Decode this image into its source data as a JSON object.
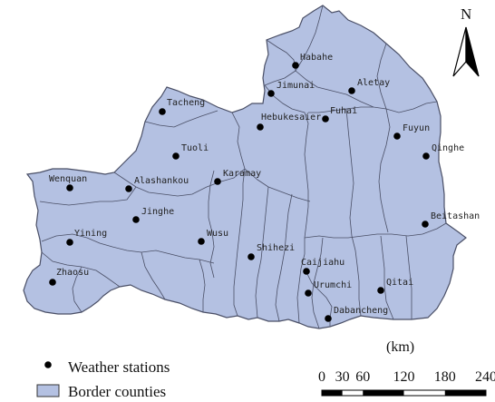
{
  "colors": {
    "county_fill": "#b4c1e2",
    "boundary": "#4a4f66",
    "station": "#000000"
  },
  "north_arrow": {
    "label": "N"
  },
  "stations": [
    {
      "name": "Habahe"
    },
    {
      "name": "Jimunai"
    },
    {
      "name": "Aletay"
    },
    {
      "name": "Fuhai"
    },
    {
      "name": "Hebukesaier"
    },
    {
      "name": "Tacheng"
    },
    {
      "name": "Fuyun"
    },
    {
      "name": "Qinghe"
    },
    {
      "name": "Tuoli"
    },
    {
      "name": "Karamay"
    },
    {
      "name": "Wenquan"
    },
    {
      "name": "Alashankou"
    },
    {
      "name": "Jinghe"
    },
    {
      "name": "Wusu"
    },
    {
      "name": "Yining"
    },
    {
      "name": "Zhaosu"
    },
    {
      "name": "Shihezi"
    },
    {
      "name": "Caijiahu"
    },
    {
      "name": "Urumchi"
    },
    {
      "name": "Dabancheng"
    },
    {
      "name": "Qitai"
    },
    {
      "name": "Beitashan"
    }
  ],
  "legend": {
    "stations_label": "Weather stations",
    "counties_label": "Border counties"
  },
  "scale_bar": {
    "unit": "(km)",
    "ticks": [
      "0",
      "30",
      "60",
      "120",
      "180",
      "240"
    ]
  }
}
